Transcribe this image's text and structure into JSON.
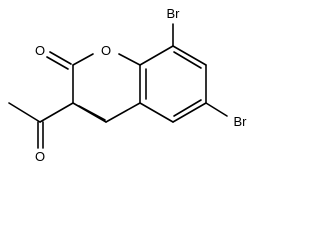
{
  "molecule": {
    "atoms": {
      "ring_oxygen": "O",
      "carbonyl_oxygen": "O",
      "acetyl_oxygen": "O",
      "bromine_8": "Br",
      "bromine_6": "Br"
    }
  }
}
